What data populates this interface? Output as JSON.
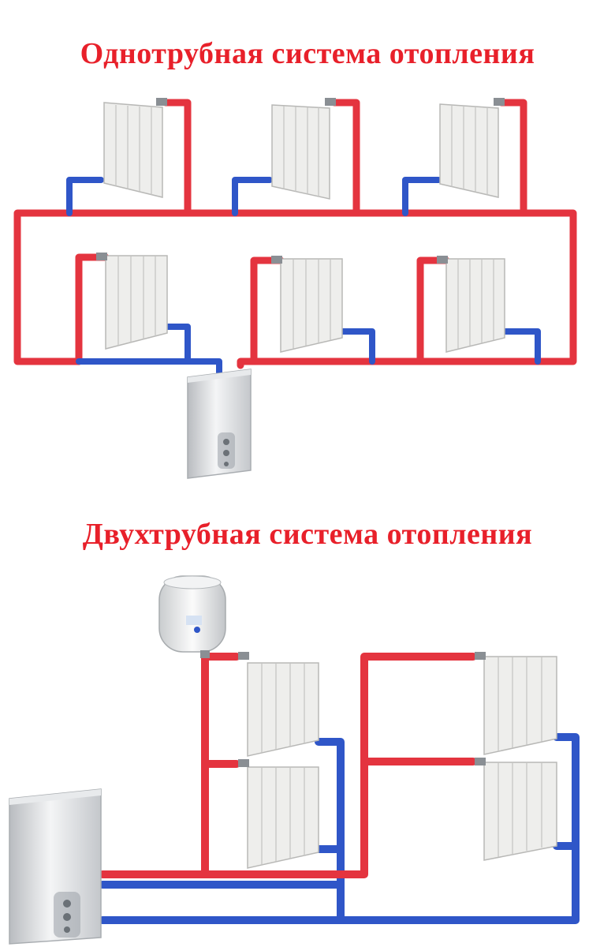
{
  "colors": {
    "title": "#e8202a",
    "supply": "#e4343f",
    "return": "#2f56c8",
    "radiator": "#eeeeec",
    "boiler": "#d9dcdf"
  },
  "diagrams": [
    {
      "title": "Однотрубная система отопления",
      "radiator_count": 6
    },
    {
      "title": "Двухтрубная система отопления",
      "radiator_count": 4
    }
  ],
  "icons": [
    "radiator-icon",
    "boiler-icon",
    "expansion-tank-icon",
    "valve-icon"
  ]
}
